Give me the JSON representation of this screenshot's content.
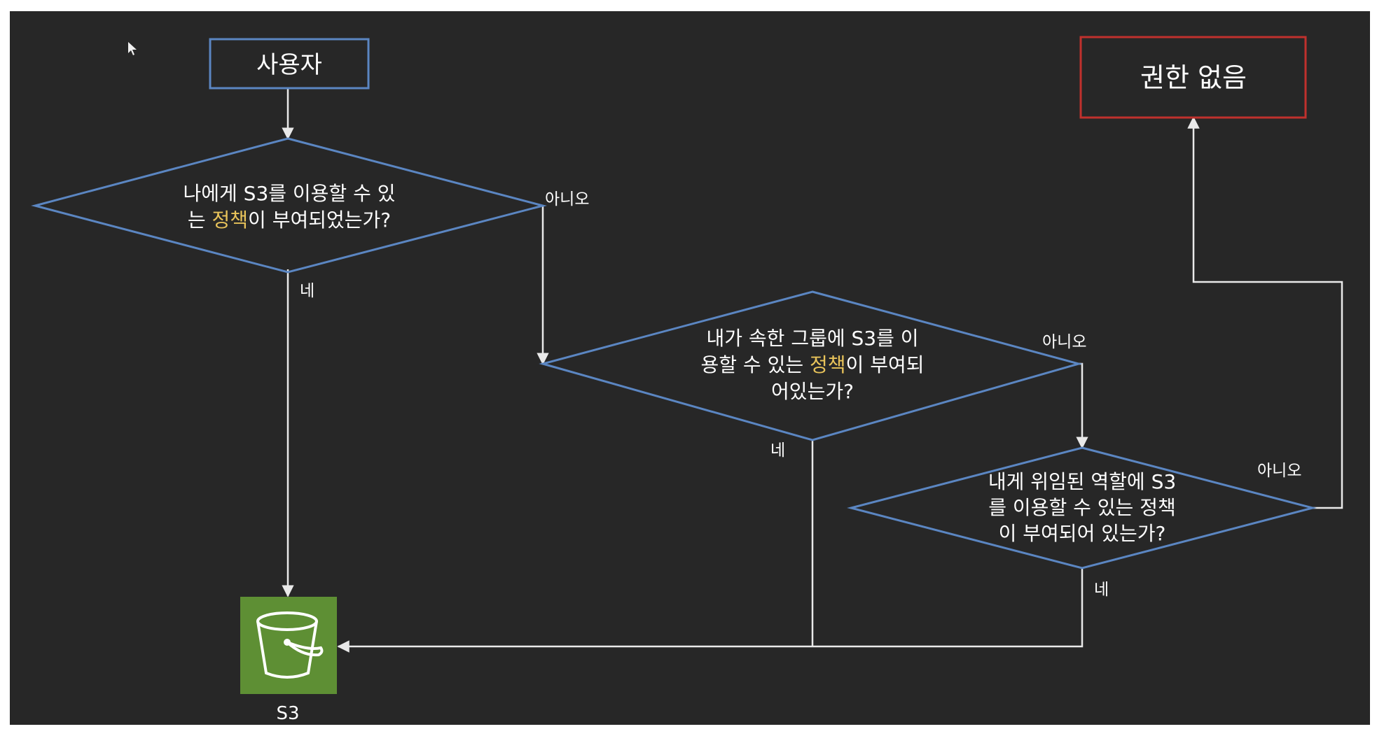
{
  "nodes": {
    "user": {
      "label": "사용자",
      "border": "#5b86c2"
    },
    "no_permission": {
      "label": "권한 없음",
      "border": "#c0312d"
    },
    "q1": {
      "line1": "나에게 S3를 이용할 수 있",
      "line2_pre": "는 ",
      "line2_hl": "정책",
      "line2_post": "이 부여되었는가?"
    },
    "q2": {
      "line1": "내가 속한 그룹에 S3를 이",
      "line2_pre": "용할 수 있는 ",
      "line2_hl": "정책",
      "line2_post": "이 부여되",
      "line3": "어있는가?"
    },
    "q3": {
      "line1": "내게 위임된 역할에 S3",
      "line2": "를 이용할 수 있는 정책",
      "line3": "이 부여되어 있는가?"
    },
    "s3": {
      "label": "S3",
      "fill": "#5e8f34"
    }
  },
  "edges": {
    "q1_no": "아니오",
    "q1_yes": "네",
    "q2_no": "아니오",
    "q2_yes": "네",
    "q3_no": "아니오",
    "q3_yes": "네"
  },
  "colors": {
    "background": "#272727",
    "diamond_border": "#5b86c2",
    "highlight": "#e8c35a",
    "line": "#e9e9e9"
  }
}
